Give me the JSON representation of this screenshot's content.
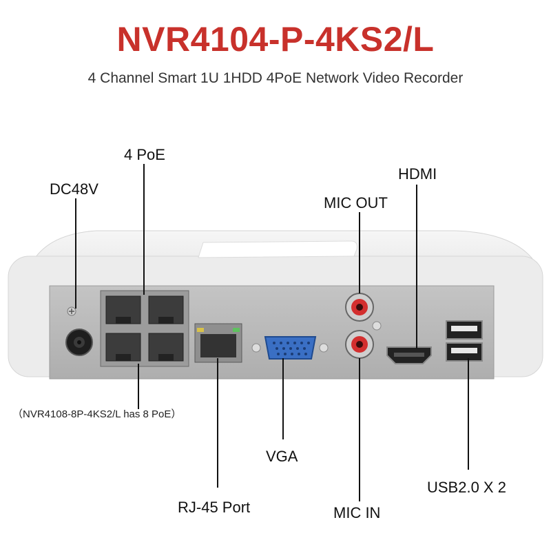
{
  "header": {
    "title": "NVR4104-P-4KS2/L",
    "subtitle": "4 Channel Smart 1U 1HDD 4PoE Network Video Recorder"
  },
  "labels": {
    "poe": "4 PoE",
    "dc": "DC48V",
    "hdmi": "HDMI",
    "mic_out": "MIC OUT",
    "vga": "VGA",
    "rj45": "RJ-45 Port",
    "mic_in": "MIC IN",
    "usb": "USB2.0 X 2",
    "note": "（NVR4108-8P-4KS2/L has 8 PoE）"
  },
  "colors": {
    "title_red": "#c8312b",
    "vga_blue": "#3a6fc4",
    "rca_red": "#d32f2f",
    "panel_gray": "#b9b9b9",
    "chassis_white": "#eeeeee"
  }
}
